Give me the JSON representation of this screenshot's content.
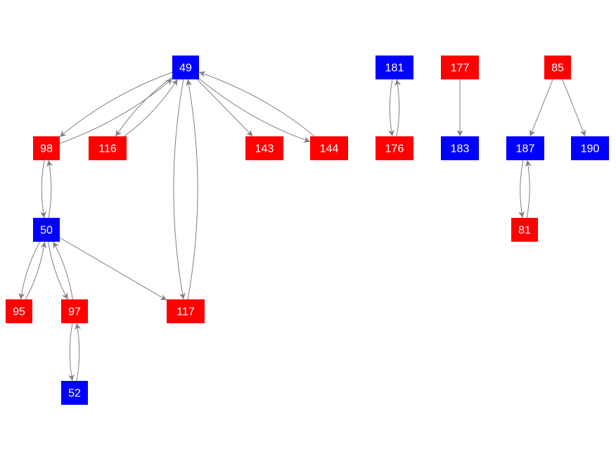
{
  "colors": {
    "red": "#ff0000",
    "blue": "#0000ff",
    "edge": "#808080",
    "label": "#ffffff"
  },
  "nodes": [
    {
      "id": "49",
      "color": "blue"
    },
    {
      "id": "181",
      "color": "blue"
    },
    {
      "id": "177",
      "color": "red"
    },
    {
      "id": "85",
      "color": "red"
    },
    {
      "id": "98",
      "color": "red"
    },
    {
      "id": "116",
      "color": "red"
    },
    {
      "id": "143",
      "color": "red"
    },
    {
      "id": "144",
      "color": "red"
    },
    {
      "id": "176",
      "color": "red"
    },
    {
      "id": "183",
      "color": "blue"
    },
    {
      "id": "187",
      "color": "blue"
    },
    {
      "id": "190",
      "color": "blue"
    },
    {
      "id": "50",
      "color": "blue"
    },
    {
      "id": "81",
      "color": "red"
    },
    {
      "id": "95",
      "color": "red"
    },
    {
      "id": "97",
      "color": "red"
    },
    {
      "id": "117",
      "color": "red"
    },
    {
      "id": "52",
      "color": "blue"
    }
  ],
  "edges": [
    [
      "49",
      "98"
    ],
    [
      "98",
      "49"
    ],
    [
      "49",
      "116"
    ],
    [
      "116",
      "49"
    ],
    [
      "49",
      "143"
    ],
    [
      "49",
      "144"
    ],
    [
      "144",
      "49"
    ],
    [
      "49",
      "117"
    ],
    [
      "117",
      "49"
    ],
    [
      "181",
      "176"
    ],
    [
      "176",
      "181"
    ],
    [
      "177",
      "183"
    ],
    [
      "85",
      "187"
    ],
    [
      "85",
      "190"
    ],
    [
      "187",
      "81"
    ],
    [
      "81",
      "187"
    ],
    [
      "98",
      "50"
    ],
    [
      "50",
      "98"
    ],
    [
      "50",
      "95"
    ],
    [
      "95",
      "50"
    ],
    [
      "50",
      "97"
    ],
    [
      "97",
      "50"
    ],
    [
      "50",
      "117"
    ],
    [
      "97",
      "52"
    ],
    [
      "52",
      "97"
    ]
  ]
}
